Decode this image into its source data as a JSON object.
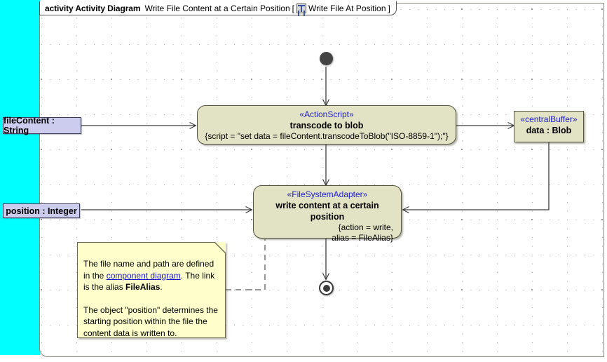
{
  "frame": {
    "keyword": "activity Activity Diagram",
    "title": "Write File Content at a Certain Position",
    "bracket_open": "[",
    "icon": "activity-diagram-icon",
    "diagram_ref": "Write File At Position",
    "bracket_close": "]"
  },
  "colors": {
    "backdrop": "#00ffff",
    "action_fill": "#e2e2c4",
    "action_border": "#54543f",
    "pin_fill": "#ccccee",
    "pin_border": "#3c3c5a",
    "note_fill": "#ffffcc",
    "note_border": "#6a6a55",
    "stereotype_text": "#2222cc",
    "link_text": "#1414c8",
    "node_mark": "#3a3a3a",
    "canvas": "#ffffff"
  },
  "nodes": {
    "initial": {
      "name": "initial-node"
    },
    "final": {
      "name": "activity-final-node"
    },
    "transcode": {
      "stereotype": "«ActionScript»",
      "name": "transcode to blob",
      "constraint": "{script = \"set data = fileContent.transcodeToBlob(\"ISO-8859-1\");\"}"
    },
    "write_content": {
      "stereotype": "«FileSystemAdapter»",
      "name": "write content at a certain position",
      "constraint_line1": "{action = write,",
      "constraint_line2": "alias = FileAlias}"
    },
    "central_buffer": {
      "stereotype": "«centralBuffer»",
      "name": "data : Blob"
    }
  },
  "pins": [
    {
      "id": "file-content-pin",
      "label": "fileContent : String"
    },
    {
      "id": "position-pin",
      "label": "position : Integer"
    }
  ],
  "note": {
    "p1_a": "The file name and path are defined in the ",
    "p1_link": "component diagram",
    "p1_b": ". The link is the alias ",
    "p1_bold": "FileAlias",
    "p1_c": ".",
    "p2": "The object \"position\" determines the starting position within the file the content data is written to."
  }
}
